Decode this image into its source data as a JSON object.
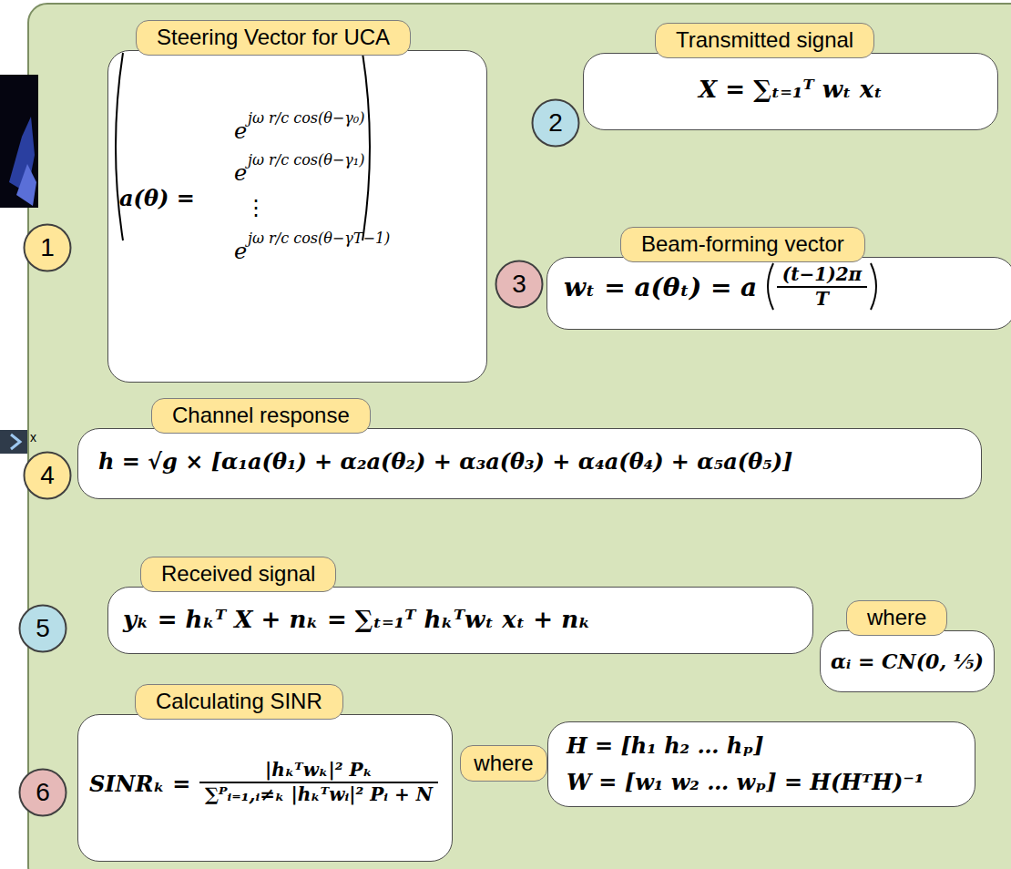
{
  "diagram": {
    "nodes": [
      {
        "text": [
          "1"
        ]
      },
      {
        "text": [
          "Steering Vector for UCA",
          "a(θ) =",
          "e",
          "jω r/c cos(θ−γ₀)",
          "e",
          "jω r/c cos(θ−γ₁)",
          "⋮",
          "e",
          "jω r/c cos(θ−γT−1)"
        ]
      },
      {
        "text": [
          "2"
        ]
      },
      {
        "text": [
          "Transmitted signal",
          "X = ∑ₜ₌₁ᵀ wₜ xₜ"
        ]
      },
      {
        "text": [
          "3"
        ]
      },
      {
        "text": [
          "Beam-forming vector",
          "wₜ = a(θₜ) = a",
          "(t−1)2π",
          "T"
        ]
      },
      {
        "text": [
          "4"
        ]
      },
      {
        "text": [
          "Channel response",
          "h = √g × [α₁a(θ₁) + α₂a(θ₂) + α₃a(θ₃) + α₄a(θ₄) + α₅a(θ₅)]"
        ]
      },
      {
        "text": [
          "where",
          "αᵢ = CN(0, ⅕)"
        ]
      },
      {
        "text": [
          "5"
        ]
      },
      {
        "text": [
          "Received signal",
          "yₖ = hₖᵀ X + nₖ = ∑ₜ₌₁ᵀ hₖᵀwₜ xₜ + nₖ"
        ]
      },
      {
        "text": [
          "6"
        ]
      },
      {
        "text": [
          "Calculating SINR",
          "SINRₖ =",
          "|hₖᵀwₖ|² Pₖ",
          "∑ᴾᵢ₌₁,ᵢ≠ₖ |hₖᵀwᵢ|² Pᵢ + N"
        ]
      },
      {
        "text": [
          "where"
        ]
      },
      {
        "text": [
          "H = [h₁ h₂ … hₚ]",
          "W = [w₁ w₂ … wₚ] = H(HᵀH)⁻¹"
        ]
      }
    ],
    "labels": [
      "x"
    ]
  }
}
